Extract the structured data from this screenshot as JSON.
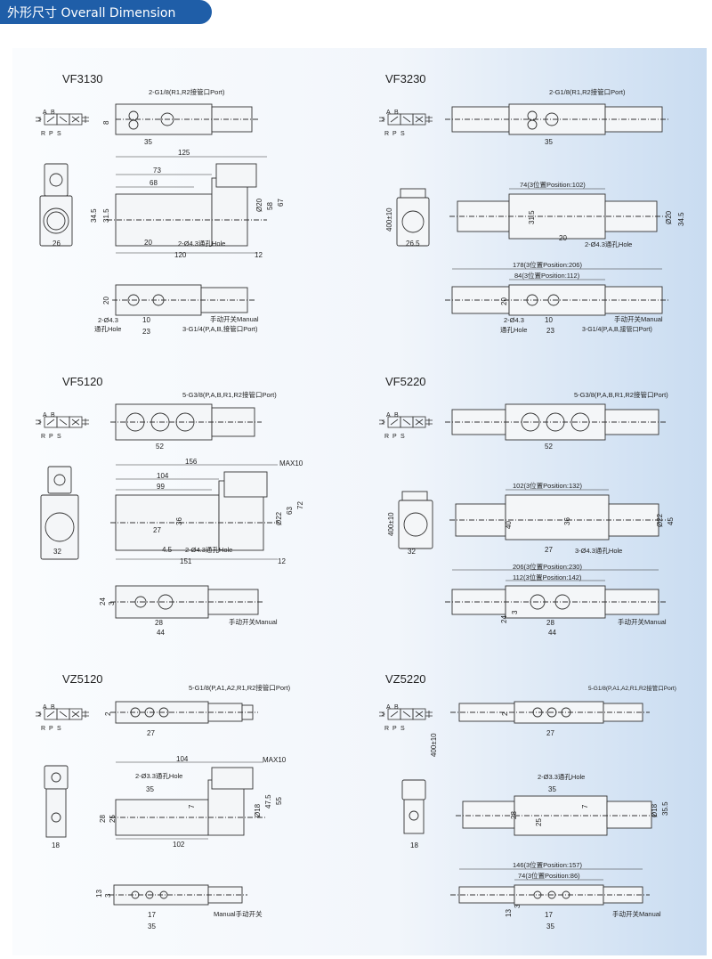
{
  "header": {
    "title": "外形尺寸 Overall Dimension"
  },
  "symbol_labels": {
    "a": "A",
    "b": "B",
    "r": "R",
    "p": "P",
    "s": "S"
  },
  "models": [
    {
      "id": "vf3130",
      "name": "VF3130",
      "port_label": "2-G1/8(R1,R2接管口Port)",
      "dims": {
        "pitch": "35",
        "base": "8",
        "len": "125",
        "d73": "73",
        "d68": "68",
        "h345": "34.5",
        "h315": "31.5",
        "d20": "20",
        "hole": "2-Ø4.3通孔Hole",
        "w120": "120",
        "c12": "12",
        "h58": "58",
        "h67": "67",
        "dia": "Ø20",
        "side_w": "26",
        "b20": "20",
        "b10": "10",
        "b23": "23",
        "b2hole": "2-Ø4.3",
        "bthru": "通孔Hole",
        "manual": "手动开关Manual",
        "port3": "3-G1/4(P,A,B,接管口Port)"
      }
    },
    {
      "id": "vf3230",
      "name": "VF3230",
      "port_label": "2-G1/8(R1,R2接管口Port)",
      "dims": {
        "pitch": "35",
        "pos": "74(3位置Position:102)",
        "h315": "31.5",
        "d20": "20",
        "hole": "2-Ø4.3通孔Hole",
        "dia": "Ø20",
        "h345": "34.5",
        "side_w": "26.5",
        "cable": "400±10",
        "top1": "178(3位置Position:206)",
        "top2": "84(3位置Position:112)",
        "b20": "20",
        "b10": "10",
        "b23": "23",
        "b2hole": "2-Ø4.3",
        "bthru": "通孔Hole",
        "manual": "手动开关Manual",
        "port3": "3-G1/4(P,A,B,接管口Port)"
      }
    },
    {
      "id": "vf5120",
      "name": "VF5120",
      "port_label": "5-G3/8(P,A,B,R1,R2接管口Port)",
      "dims": {
        "pitch": "52",
        "len": "156",
        "max": "MAX10",
        "d104": "104",
        "d99": "99",
        "d36": "36",
        "d27": "27",
        "d45": "4.5",
        "hole": "2-Ø4.3通孔Hole",
        "w151": "151",
        "c12": "12",
        "dia": "Ø22",
        "h63": "63",
        "h72": "72",
        "side_w": "32",
        "b24": "24",
        "b3": "3",
        "b28": "28",
        "b44": "44",
        "manual": "手动开关Manual"
      }
    },
    {
      "id": "vf5220",
      "name": "VF5220",
      "port_label": "5-G3/8(P,A,B,R1,R2接管口Port)",
      "dims": {
        "pitch": "52",
        "pos": "102(3位置Position:132)",
        "d40": "40",
        "d36": "36",
        "d27": "27",
        "hole": "3-Ø4.3通孔Hole",
        "dia": "Ø22",
        "h45": "45",
        "side_w": "32",
        "cable": "400±10",
        "top1": "206(3位置Position:230)",
        "top2": "112(3位置Position:142)",
        "b24": "24",
        "b3": "3",
        "b28": "28",
        "b44": "44",
        "manual": "手动开关Manual"
      }
    },
    {
      "id": "vz5120",
      "name": "VZ5120",
      "port_label": "5-G1/8(P,A1,A2,R1,R2接管口Port)",
      "dims": {
        "pitch": "27",
        "base": "2",
        "d104": "104",
        "max": "MAX10",
        "hole": "2-Ø3.3通孔Hole",
        "d35": "35",
        "h28": "28",
        "h25": "25",
        "d7": "7",
        "w102": "102",
        "dia": "Ø18",
        "h475": "47.5",
        "h55": "55",
        "side_w": "18",
        "b13": "13",
        "b3": "3",
        "b17": "17",
        "b35": "35",
        "manual": "Manual手动开关"
      }
    },
    {
      "id": "vz5220",
      "name": "VZ5220",
      "port_label": "5-G1/8(P,A1,A2,R1,R2接管口Port)",
      "dims": {
        "pitch": "27",
        "base": "2",
        "cable": "400±10",
        "hole": "2-Ø3.3通孔Hole",
        "d35": "35",
        "h28": "28",
        "h25": "25",
        "d7": "7",
        "dia": "Ø18",
        "h355": "35.5",
        "side_w": "18",
        "top1": "146(3位置Position:157)",
        "top2": "74(3位置Position:86)",
        "b13": "13",
        "b3": "3",
        "b17": "17",
        "b35": "35",
        "manual": "手动开关Manual"
      }
    }
  ]
}
